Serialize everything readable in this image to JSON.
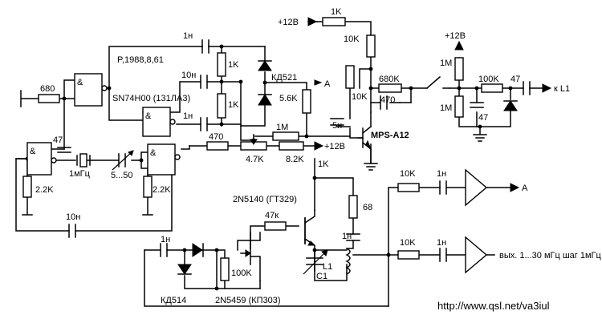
{
  "labels": {
    "ref": "P,1988,8,61",
    "ic_name": "SN74H00 (131ЛА3)",
    "gate_symbol": "&",
    "r680_in": "680",
    "c47_gate": "47",
    "crystal": "1мГц",
    "trimmer": "5...50",
    "r22k_left": "2.2K",
    "r22k_right": "2.2K",
    "c10n_bottom": "10н",
    "c1n_top": "1н",
    "c10n_mid": "10н",
    "c1n_mid": "1н",
    "r1k_a": "1K",
    "r1k_b": "1K",
    "diode_top": "КД521",
    "r56k": "5.6K",
    "out_a_top": "A",
    "r1m_mid": "1M",
    "r470_mid": "470",
    "pot47k": "4.7K",
    "r82k": "8.2K",
    "plus12_mid": "+12В",
    "plus12_top": "+12В",
    "r1k_top": "1K",
    "r10k_col": "10K",
    "r10k_base": "10K",
    "c5n": "5н",
    "transistor_main": "MPS-A12",
    "r680k": "680K",
    "c470": "470",
    "plus12_right": "+12В",
    "r1m_r_top": "1M",
    "r1m_r_bot": "1M",
    "r100k_right": "100K",
    "c47_right": "47",
    "c47_out": "47",
    "out_l1": "к L1",
    "r1k_osc": "1K",
    "transistor_osc": "2N5140 (ГТ329)",
    "r47k": "47к",
    "c68": "68",
    "c1n_tank": "1н",
    "coil": "L1",
    "cap_var": "C1",
    "c1n_left": "1н",
    "r100k_bottom": "100K",
    "diode_bottom": "КД514",
    "fet": "2N5459 (КП303)",
    "r10k_amp1": "10K",
    "c1n_amp1": "1н",
    "out_a_right": "A",
    "r10k_amp2": "10K",
    "c1n_amp2": "1н",
    "out_main": "вых. 1...30 мГц шаг 1мГц",
    "url": "http://www.qsl.net/va3iul"
  }
}
